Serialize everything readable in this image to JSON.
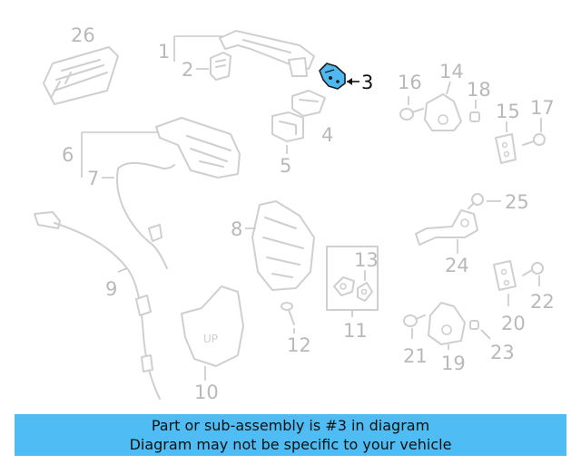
{
  "callouts": {
    "c1": "1",
    "c2": "2",
    "c3": "3",
    "c4": "4",
    "c5": "5",
    "c6": "6",
    "c7": "7",
    "c8": "8",
    "c9": "9",
    "c10": "10",
    "c11": "11",
    "c12": "12",
    "c13": "13",
    "c14": "14",
    "c15": "15",
    "c16": "16",
    "c17": "17",
    "c18": "18",
    "c19": "19",
    "c20": "20",
    "c21": "21",
    "c22": "22",
    "c23": "23",
    "c24": "24",
    "c25": "25",
    "c26": "26"
  },
  "part_markings": {
    "lock_label": "UP"
  },
  "highlighted_part": "3",
  "colors": {
    "highlight": "#4fb8f0",
    "banner": "#4fbcf3",
    "part_stroke": "#cfcfcf",
    "callout": "#b9b9b9"
  },
  "banner": {
    "line1": "Part or sub-assembly is #3 in diagram",
    "line2": "Diagram may not be specific to your vehicle"
  }
}
